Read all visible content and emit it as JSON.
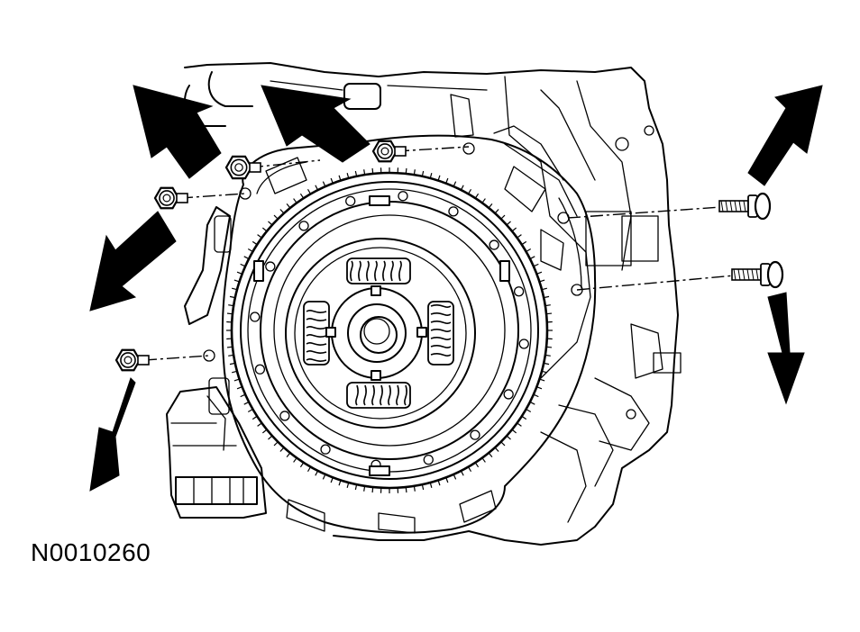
{
  "figure": {
    "id_label": "N0010260"
  },
  "colors": {
    "ink": "#000000",
    "background": "#ffffff"
  },
  "callouts": {
    "count": 6,
    "kind": "bolt"
  }
}
